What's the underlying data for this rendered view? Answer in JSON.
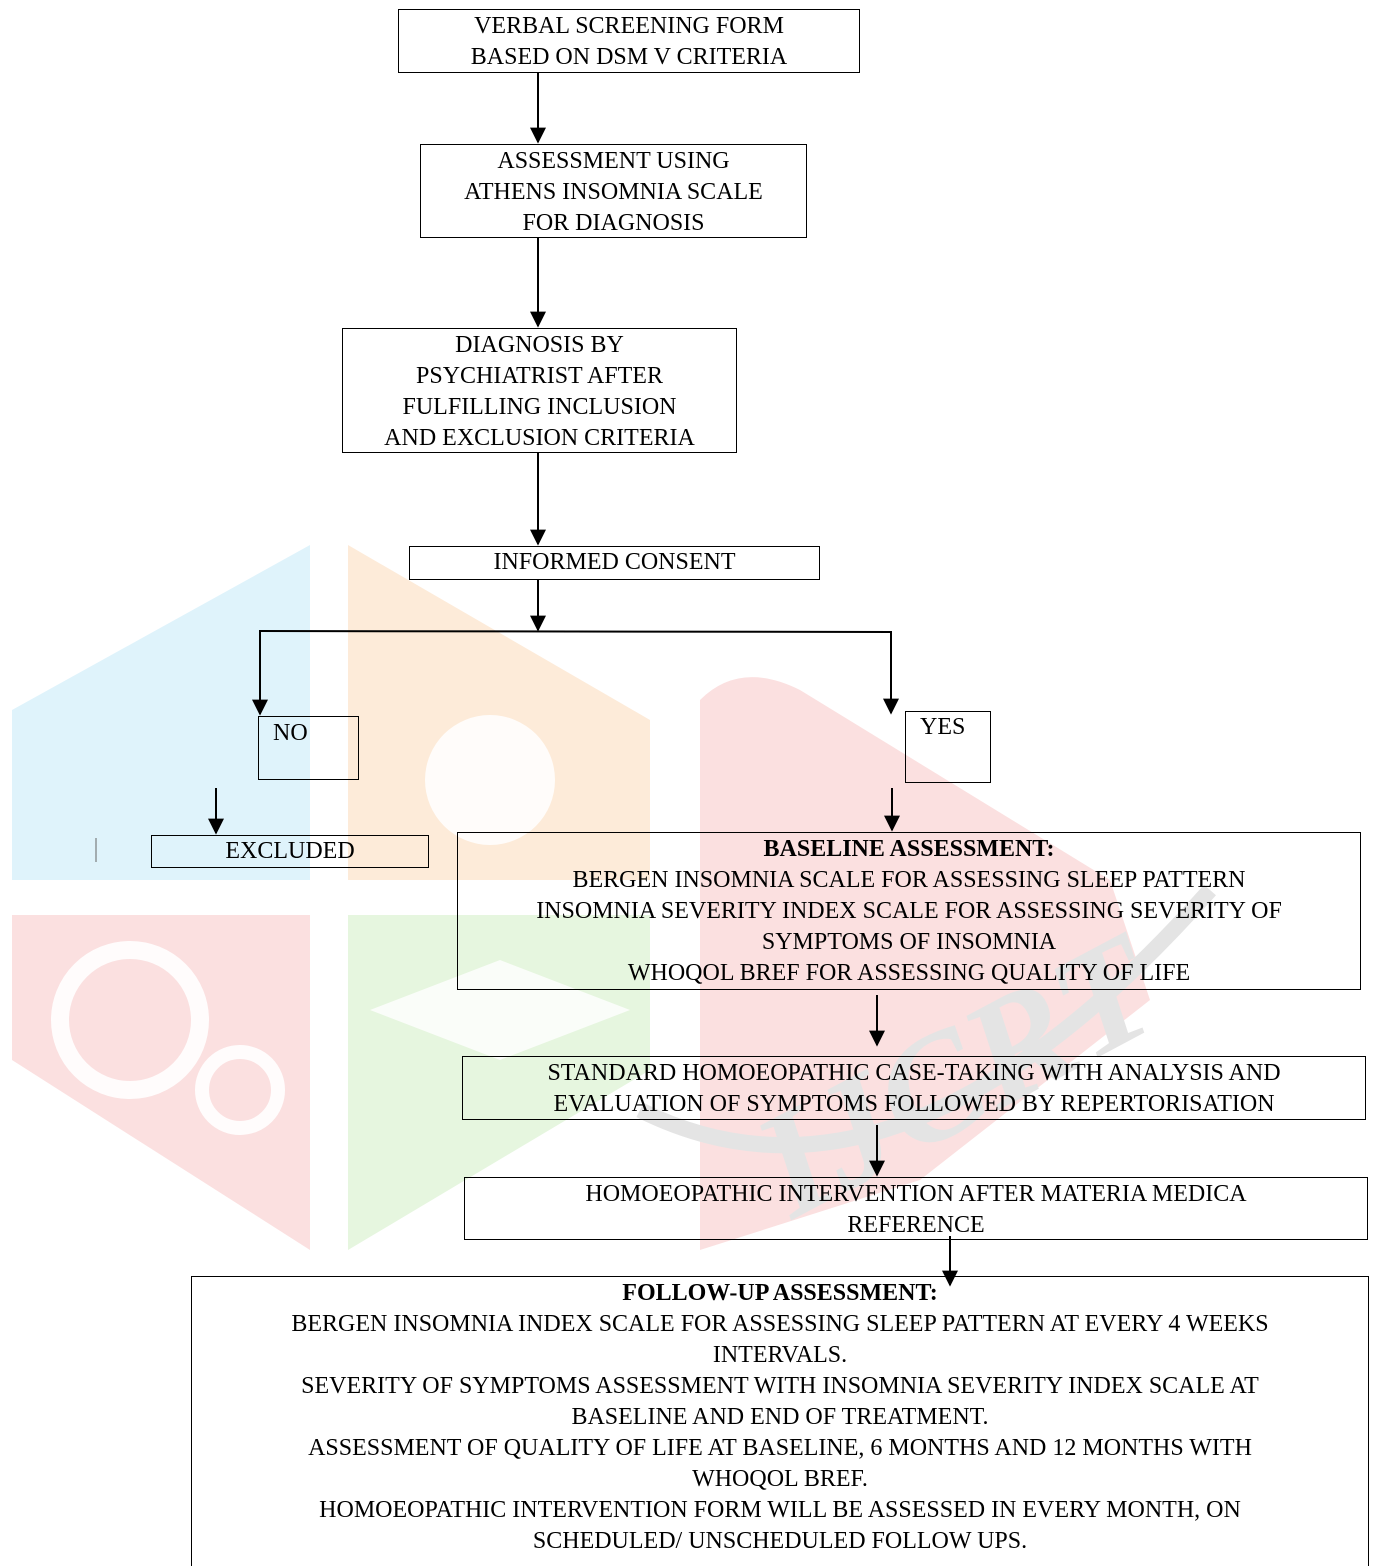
{
  "nodes": {
    "screening": {
      "lines": [
        "VERBAL SCREENING FORM",
        "BASED ON DSM V CRITERIA"
      ]
    },
    "athens": {
      "lines": [
        "ASSESSMENT USING",
        "ATHENS INSOMNIA SCALE",
        "FOR DIAGNOSIS"
      ]
    },
    "diagnosis": {
      "lines": [
        "DIAGNOSIS BY",
        "PSYCHIATRIST AFTER",
        "FULFILLING INCLUSION",
        "AND EXCLUSION CRITERIA"
      ]
    },
    "consent": {
      "lines": [
        "INFORMED CONSENT"
      ]
    },
    "no": {
      "lines": [
        "NO"
      ]
    },
    "yes": {
      "lines": [
        "YES"
      ]
    },
    "excluded": {
      "lines": [
        "EXCLUDED"
      ]
    },
    "baseline": {
      "heading": "BASELINE ASSESSMENT:",
      "lines": [
        "BERGEN INSOMNIA SCALE FOR ASSESSING SLEEP PATTERN",
        "INSOMNIA SEVERITY INDEX SCALE FOR ASSESSING SEVERITY OF",
        "SYMPTOMS OF INSOMNIA",
        "WHOQOL BREF FOR ASSESSING QUALITY OF LIFE"
      ]
    },
    "casetaking": {
      "lines": [
        "STANDARD HOMOEOPATHIC CASE-TAKING WITH ANALYSIS AND",
        "EVALUATION OF SYMPTOMS FOLLOWED BY REPERTORISATION"
      ]
    },
    "intervention": {
      "lines": [
        "HOMOEOPATHIC INTERVENTION AFTER MATERIA MEDICA",
        "REFERENCE"
      ]
    },
    "followup": {
      "heading": "FOLLOW-UP ASSESSMENT:",
      "lines": [
        "BERGEN INSOMNIA INDEX SCALE FOR ASSESSING SLEEP PATTERN AT EVERY 4 WEEKS",
        "INTERVALS.",
        "SEVERITY OF SYMPTOMS ASSESSMENT WITH INSOMNIA SEVERITY INDEX SCALE AT",
        "BASELINE AND END OF TREATMENT.",
        "ASSESSMENT OF QUALITY OF LIFE AT BASELINE, 6 MONTHS AND 12 MONTHS WITH",
        "WHOQOL BREF.",
        "HOMOEOPATHIC INTERVENTION FORM WILL BE ASSESSED IN EVERY MONTH, ON",
        "SCHEDULED/ UNSCHEDULED FOLLOW UPS."
      ]
    }
  },
  "watermark": {
    "text": "IJCRT"
  },
  "colors": {
    "blue": "#dff3fb",
    "orange": "#fdebd9",
    "red": "#fbe0e0",
    "green": "#e6f6df",
    "grey": "#e4e4e4"
  }
}
